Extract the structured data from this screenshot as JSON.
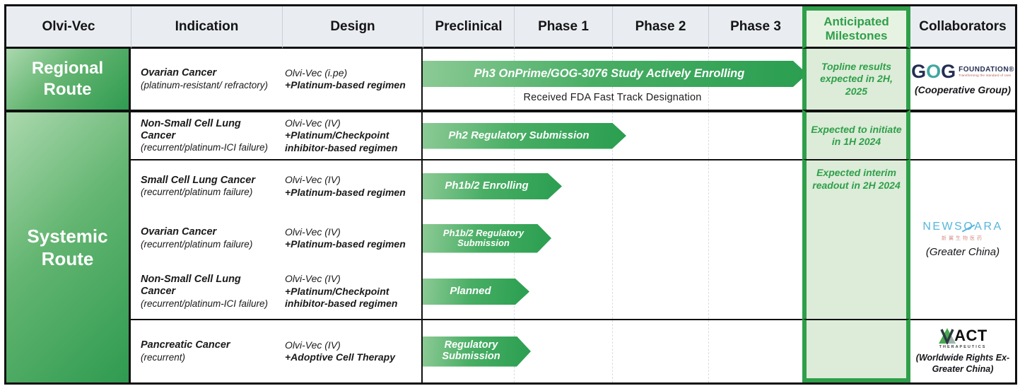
{
  "columns": [
    "Olvi-Vec",
    "Indication",
    "Design",
    "Preclinical",
    "Phase 1",
    "Phase 2",
    "Phase 3",
    "Anticipated Milestones",
    "Collaborators"
  ],
  "routes": {
    "regional": "Regional Route",
    "systemic": "Systemic Route"
  },
  "programs": [
    {
      "indication": "Ovarian Cancer",
      "indication_detail": "(platinum-resistant/ refractory)",
      "design_line1": "Olvi-Vec (i.pe)",
      "design_line2": "+Platinum-based regimen",
      "status_label": "Ph3 OnPrime/GOG-3076 Study Actively Enrolling",
      "status_note": "Received FDA Fast Track Designation",
      "milestone": "Topline results expected in 2H, 2025"
    },
    {
      "indication": "Non-Small Cell Lung Cancer",
      "indication_detail": "(recurrent/platinum-ICI failure)",
      "design_line1": "Olvi-Vec (IV)",
      "design_line2": "+Platinum/Checkpoint inhibitor-based regimen",
      "status_label": "Ph2 Regulatory Submission",
      "milestone": "Expected to initiate in 1H 2024"
    },
    {
      "indication": "Small Cell Lung Cancer",
      "indication_detail": "(recurrent/platinum failure)",
      "design_line1": "Olvi-Vec (IV)",
      "design_line2": "+Platinum-based regimen",
      "status_label": "Ph1b/2 Enrolling",
      "milestone": "Expected interim readout in 2H 2024"
    },
    {
      "indication": "Ovarian Cancer",
      "indication_detail": "(recurrent/platinum failure)",
      "design_line1": "Olvi-Vec (IV)",
      "design_line2": "+Platinum-based regimen",
      "status_label": "Ph1b/2 Regulatory Submission"
    },
    {
      "indication": "Non-Small Cell Lung Cancer",
      "indication_detail": "(recurrent/platinum-ICI failure)",
      "design_line1": "Olvi-Vec (IV)",
      "design_line2": "+Platinum/Checkpoint inhibitor-based regimen",
      "status_label": "Planned"
    },
    {
      "indication": "Pancreatic Cancer",
      "indication_detail": "(recurrent)",
      "design_line1": "Olvi-Vec (IV)",
      "design_line2": "+Adoptive Cell Therapy",
      "status_label": "Regulatory Submission"
    }
  ],
  "collaborators": {
    "gog": {
      "g1": "G",
      "o": "O",
      "g2": "G",
      "suffix": "FOUNDATION®",
      "tagline": "Transforming the standard of care",
      "sub": "(Cooperative Group)"
    },
    "newsoara": {
      "pre": "NEWS",
      "o": "O",
      "post": "ARA",
      "cn": "新翼生物医药",
      "sub": "(Greater China)"
    },
    "vact": {
      "act": "ACT",
      "therapeutics": "THERAPEUTICS",
      "sub": "(Worldwide Rights Ex-Greater China)"
    }
  },
  "colors": {
    "accent_green": "#2f9f4a",
    "milestone_bg": "#dcecd8",
    "milestone_header_bg": "#e7f3e2",
    "header_bg": "#e9edf2",
    "arrow_gradient": [
      "#8cca95",
      "#2a9e50"
    ],
    "route_gradient": [
      "#abd8ae",
      "#2f9b50"
    ],
    "gog_navy": "#232e52",
    "gog_teal": "#3fa8a0",
    "newsoara_blue": "#56b6dc",
    "vact_green": "#4aa84e",
    "border_black": "#101010"
  }
}
